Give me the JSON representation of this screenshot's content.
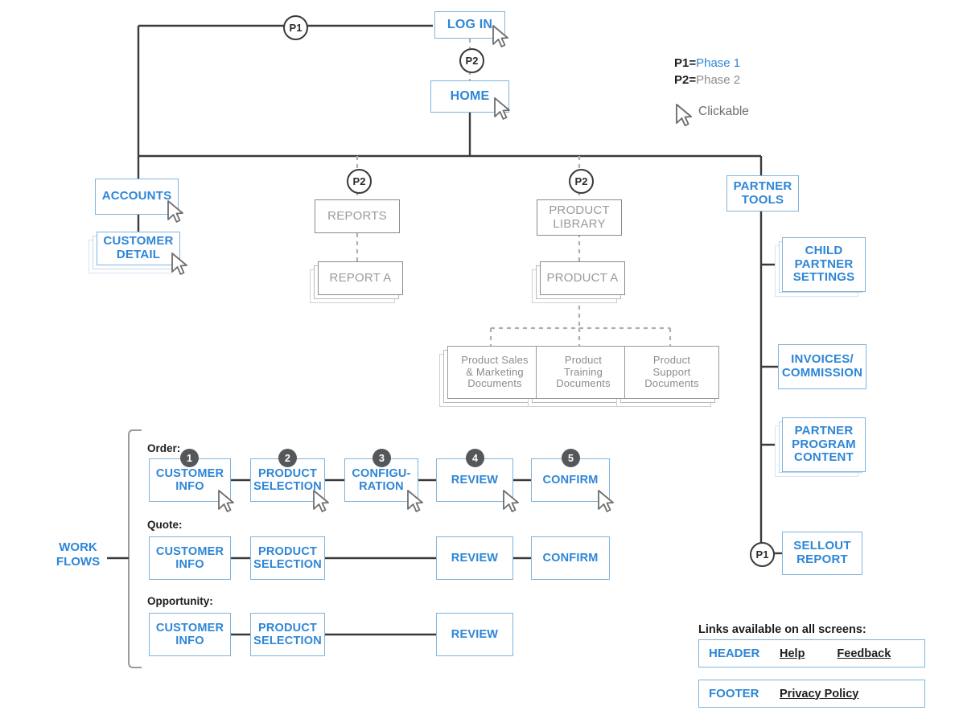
{
  "legend": {
    "p1_key": "P1=",
    "p1_value": "Phase 1",
    "p2_key": "P2=",
    "p2_value": "Phase 2",
    "clickable_label": "Clickable",
    "clickable_icon": "cursor-arrow-icon"
  },
  "tree": {
    "login": "LOG IN",
    "home": "HOME",
    "accounts": "ACCOUNTS",
    "customer_detail": "CUSTOMER\nDETAIL",
    "reports": "REPORTS",
    "report_a": "REPORT A",
    "product_library": "PRODUCT\nLIBRARY",
    "product_a": "PRODUCT A",
    "doc_sales": "Product Sales\n& Marketing\nDocuments",
    "doc_training": "Product\nTraining\nDocuments",
    "doc_support": "Product\nSupport\nDocuments",
    "partner_tools": "PARTNER\nTOOLS",
    "child_partner_settings": "CHILD\nPARTNER\nSETTINGS",
    "invoices_commission": "INVOICES/\nCOMMISSION",
    "partner_program_content": "PARTNER\nPROGRAM\nCONTENT",
    "sellout_report": "SELLOUT\nREPORT"
  },
  "phase_markers": {
    "login_p1": "P1",
    "home_p2": "P2",
    "reports_p2": "P2",
    "product_library_p2": "P2",
    "sellout_p1": "P1"
  },
  "workflows": {
    "caption": "WORK\nFLOWS",
    "order": {
      "label": "Order:",
      "steps": [
        {
          "num": "1",
          "text": "CUSTOMER\nINFO"
        },
        {
          "num": "2",
          "text": "PRODUCT\nSELECTION"
        },
        {
          "num": "3",
          "text": "CONFIGU-\nRATION"
        },
        {
          "num": "4",
          "text": "REVIEW"
        },
        {
          "num": "5",
          "text": "CONFIRM"
        }
      ]
    },
    "quote": {
      "label": "Quote:",
      "steps": [
        {
          "text": "CUSTOMER\nINFO"
        },
        {
          "text": "PRODUCT\nSELECTION"
        },
        {
          "text": "REVIEW"
        },
        {
          "text": "CONFIRM"
        }
      ]
    },
    "opportunity": {
      "label": "Opportunity:",
      "steps": [
        {
          "text": "CUSTOMER\nINFO"
        },
        {
          "text": "PRODUCT\nSELECTION"
        },
        {
          "text": "REVIEW"
        }
      ]
    }
  },
  "global_links": {
    "caption": "Links available on all screens:",
    "header_tag": "HEADER",
    "header_links": [
      "Help",
      "Feedback"
    ],
    "footer_tag": "FOOTER",
    "footer_links": [
      "Privacy Policy"
    ]
  },
  "colors": {
    "blue_border": "#7FB4DE",
    "blue_text": "#2E86D6",
    "gray_border": "#8A8A8A",
    "gray_text": "#9A9A9A",
    "line_dark": "#3A3A3A",
    "badge_gray": "#555759"
  }
}
